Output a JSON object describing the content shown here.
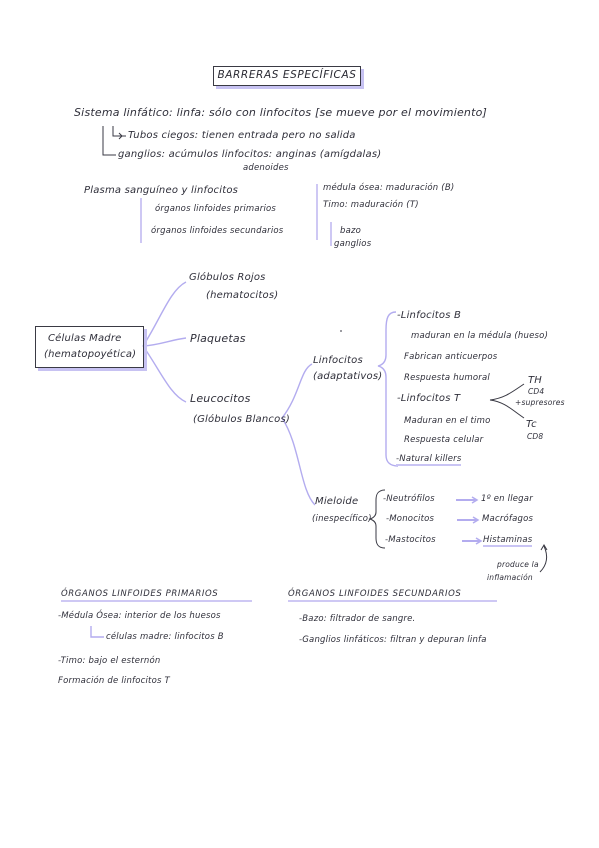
{
  "title": "BARRERAS ESPECÍFICAS",
  "sistema": {
    "line": "Sistema linfático: linfa: sólo con linfocitos [se mueve por el movimiento]",
    "tubos": "Tubos ciegos: tienen entrada pero no salida",
    "ganglios": "ganglios: acúmulos linfocitos: anginas (amígdalas)",
    "ganglios_sub": "adenoides"
  },
  "plasma": {
    "line": "Plasma sanguíneo y linfocitos",
    "primarios": "órganos linfoides primarios",
    "secundarios": "órganos linfoides secundarios",
    "medula": "médula ósea: maduración (B)",
    "timo": "Timo: maduración (T)",
    "bazo": "bazo",
    "ganglios": "ganglios"
  },
  "celulas_madre": {
    "line1": "Células Madre",
    "line2": "(hematopoyética)"
  },
  "globulos_rojos": {
    "line1": "Glóbulos Rojos",
    "line2": "(hematocitos)"
  },
  "plaquetas": "Plaquetas",
  "leucocitos": {
    "line1": "Leucocitos",
    "line2": "(Glóbulos Blancos)"
  },
  "linfocitos": {
    "line1": "Linfocitos",
    "line2": "(adaptativos)",
    "b_title": "-Linfocitos B",
    "b_madura": "maduran en la médula (hueso)",
    "b_fabrican": "Fabrican anticuerpos",
    "b_respuesta": "Respuesta humoral",
    "t_title": "-Linfocitos T",
    "t_maduran": "Maduran en el timo",
    "t_respuesta": "Respuesta celular",
    "natural": "-Natural killers",
    "th": "TH",
    "th_cd4": "CD4",
    "th_sup": "+supresores",
    "tc": "Tc",
    "tc_cd8": "CD8"
  },
  "mieloide": {
    "line1": "Mieloide",
    "line2": "(inespecífico)",
    "neutrofilos": "-Neutrófilos",
    "neutrofilos_r": "1º en llegar",
    "monocitos": "-Monocitos",
    "monocitos_r": "Macrófagos",
    "mastocitos": "-Mastocitos",
    "mastocitos_r": "Histaminas",
    "produce1": "produce la",
    "produce2": "inflamación"
  },
  "primarios_sec": {
    "heading": "ÓRGANOS LINFOIDES PRIMARIOS",
    "medula": "-Médula Ósea: interior de los huesos",
    "celulas": "células madre: linfocitos B",
    "timo": "-Timo: bajo el esternón",
    "formacion": "Formación de linfocitos T"
  },
  "secundarios_sec": {
    "heading": "ÓRGANOS LINFOIDES SECUNDARIOS",
    "bazo": "-Bazo: filtrador de sangre.",
    "ganglios": "-Ganglios linfáticos: filtran y depuran linfa"
  }
}
